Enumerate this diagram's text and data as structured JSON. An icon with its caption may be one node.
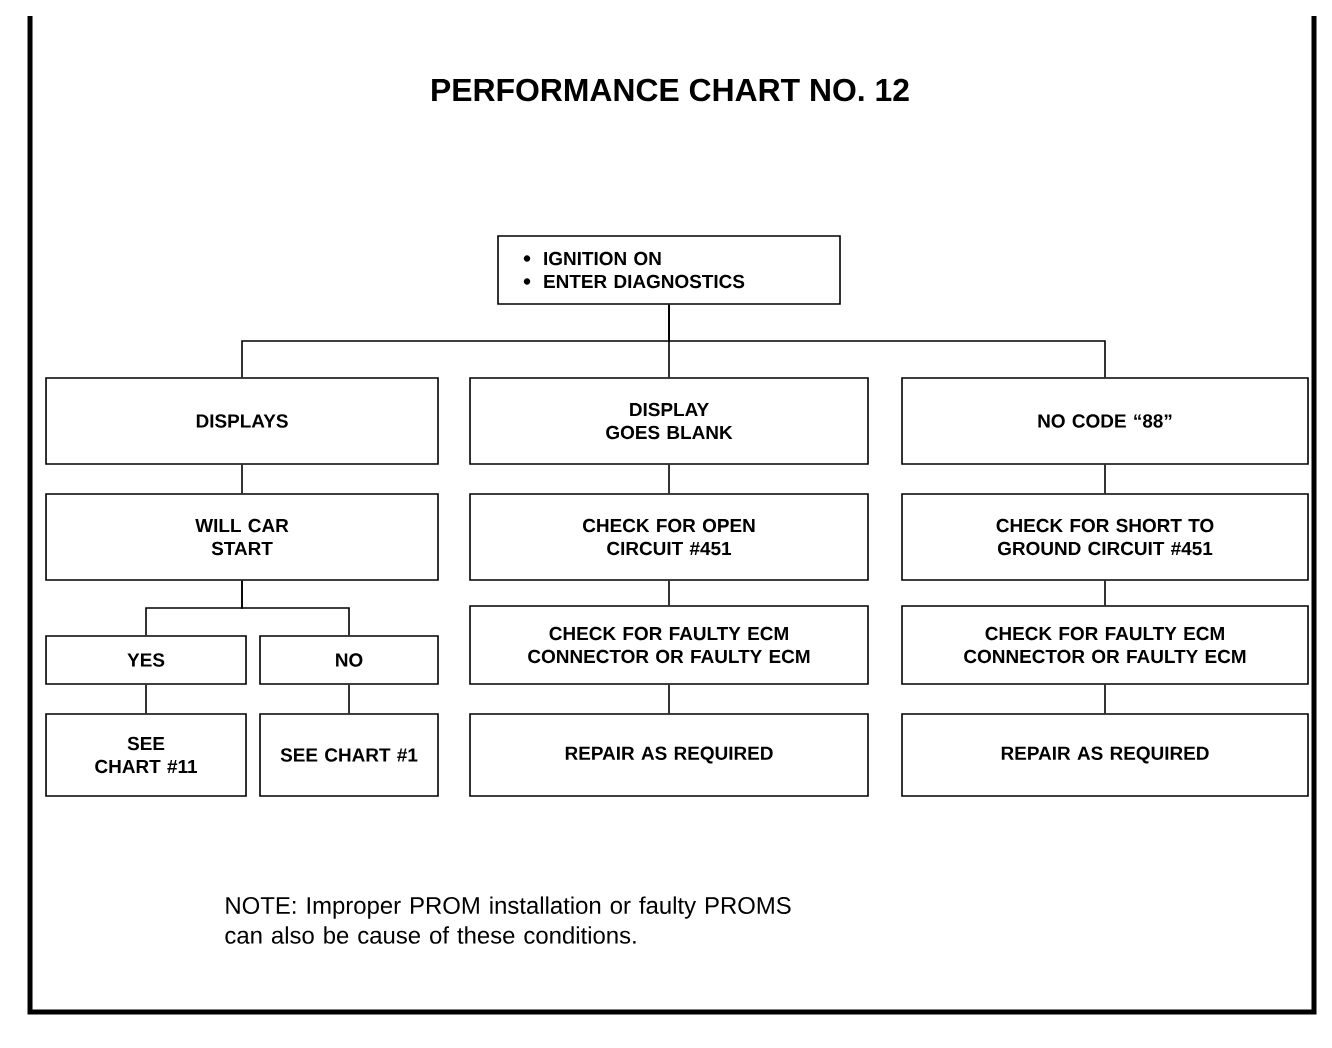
{
  "diagram": {
    "title": "PERFORMANCE CHART NO. 12",
    "nodes": [
      {
        "text": [
          "IGNITION ON",
          "ENTER DIAGNOSTICS"
        ]
      },
      {
        "text": [
          "DISPLAYS"
        ]
      },
      {
        "text": [
          "DISPLAY GOES BLANK"
        ]
      },
      {
        "text": [
          "NO CODE “88”"
        ]
      },
      {
        "text": [
          "WILL CAR START"
        ]
      },
      {
        "text": [
          "CHECK FOR OPEN CIRCUIT #451"
        ]
      },
      {
        "text": [
          "CHECK FOR SHORT TO GROUND CIRCUIT #451"
        ]
      },
      {
        "text": [
          "YES"
        ]
      },
      {
        "text": [
          "NO"
        ]
      },
      {
        "text": [
          "CHECK FOR FAULTY ECM CONNECTOR OR FAULTY ECM"
        ]
      },
      {
        "text": [
          "CHECK FOR FAULTY ECM CONNECTOR OR FAULTY ECM"
        ]
      },
      {
        "text": [
          "SEE CHART #11"
        ]
      },
      {
        "text": [
          "SEE CHART #1"
        ]
      },
      {
        "text": [
          "REPAIR AS REQUIRED"
        ]
      },
      {
        "text": [
          "REPAIR AS REQUIRED"
        ]
      }
    ],
    "edges": [
      {
        "from": 0,
        "to": 1,
        "arrow": "none"
      },
      {
        "from": 0,
        "to": 2,
        "arrow": "none"
      },
      {
        "from": 0,
        "to": 3,
        "arrow": "none"
      },
      {
        "from": 1,
        "to": 4,
        "arrow": "none"
      },
      {
        "from": 2,
        "to": 5,
        "arrow": "none"
      },
      {
        "from": 3,
        "to": 6,
        "arrow": "none"
      },
      {
        "from": 4,
        "to": 7,
        "arrow": "none"
      },
      {
        "from": 4,
        "to": 8,
        "arrow": "none"
      },
      {
        "from": 5,
        "to": 9,
        "arrow": "none"
      },
      {
        "from": 6,
        "to": 10,
        "arrow": "none"
      },
      {
        "from": 7,
        "to": 11,
        "arrow": "none"
      },
      {
        "from": 8,
        "to": 12,
        "arrow": "none"
      },
      {
        "from": 9,
        "to": 13,
        "arrow": "none"
      },
      {
        "from": 10,
        "to": 14,
        "arrow": "none"
      }
    ],
    "labels": [
      "NOTE: Improper PROM installation or faulty PROMS can also be cause of these conditions."
    ]
  }
}
